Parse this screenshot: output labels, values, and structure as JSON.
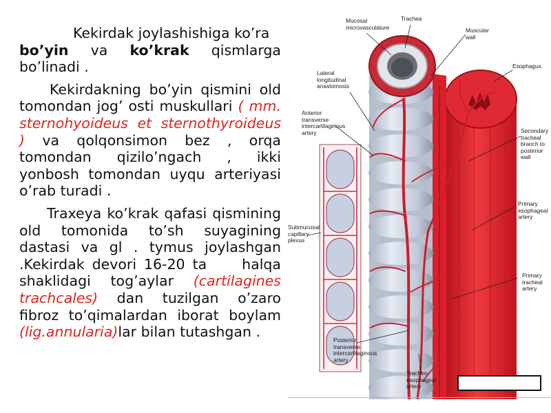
{
  "text": {
    "p1_a": "Kekirdak joylashishiga ko’ra",
    "p1_b": "bo’yin",
    "p1_c": "va",
    "p1_d": "ko’krak",
    "p1_e": "qismlarga bo’linadi .",
    "p2_a": "Kekirdakning bo’yin qismini old tomondan jog’ osti muskullari",
    "p2_b": "( mm. sternohyoideus et sternothyroideus )",
    "p2_c": "va qolqonsimon bez , orqa tomondan qizilo’ngach , ikki yonbosh tomondan uyqu arteriyasi o’rab turadi .",
    "p3_a": "Traxeya ko’krak qafasi qismining old tomonida to’sh suyagining dastasi va gl . tymus joylashgan .Kekirdak devori 16-20 ta",
    "p3_b": "halqa shaklidagi tog’aylar",
    "p3_c": "(cartilagines trachcales)",
    "p3_d": "dan tuzilgan o’zaro fibroz to’qimalardan iborat boylam",
    "p3_e": "(lig.annularia)",
    "p3_f": "lar bilan tutashgan ."
  },
  "figure": {
    "labels": {
      "mucosal": "Mucosal\nmicrovasculature",
      "trachea": "Trachea",
      "muscular": "Muscular\nwall",
      "esophagus": "Esophagus",
      "lateral": "Lateral\nlongitudinal\nanastomosis",
      "anterior": "Anterior\ntransverse\nintercartilaginous\nartery",
      "secondary": "Secondary\ntracheal\nbranch to\nposterior wall",
      "submucosal": "Submucosal\ncapillary\nplexus",
      "primary_esoph": "Primary\nesophageal\nartery",
      "primary_trach": "Primary\ntracheal\nartery",
      "posterior": "Posterior\ntransverse\nintercartilaginous\nartery",
      "tracheo": "Tracheo-\nesophageal\nartery"
    }
  },
  "colors": {
    "text": "#111111",
    "latin_red": "#d8261f",
    "artery_red": "#d8202a",
    "cartilage": "#cfd6e4"
  }
}
